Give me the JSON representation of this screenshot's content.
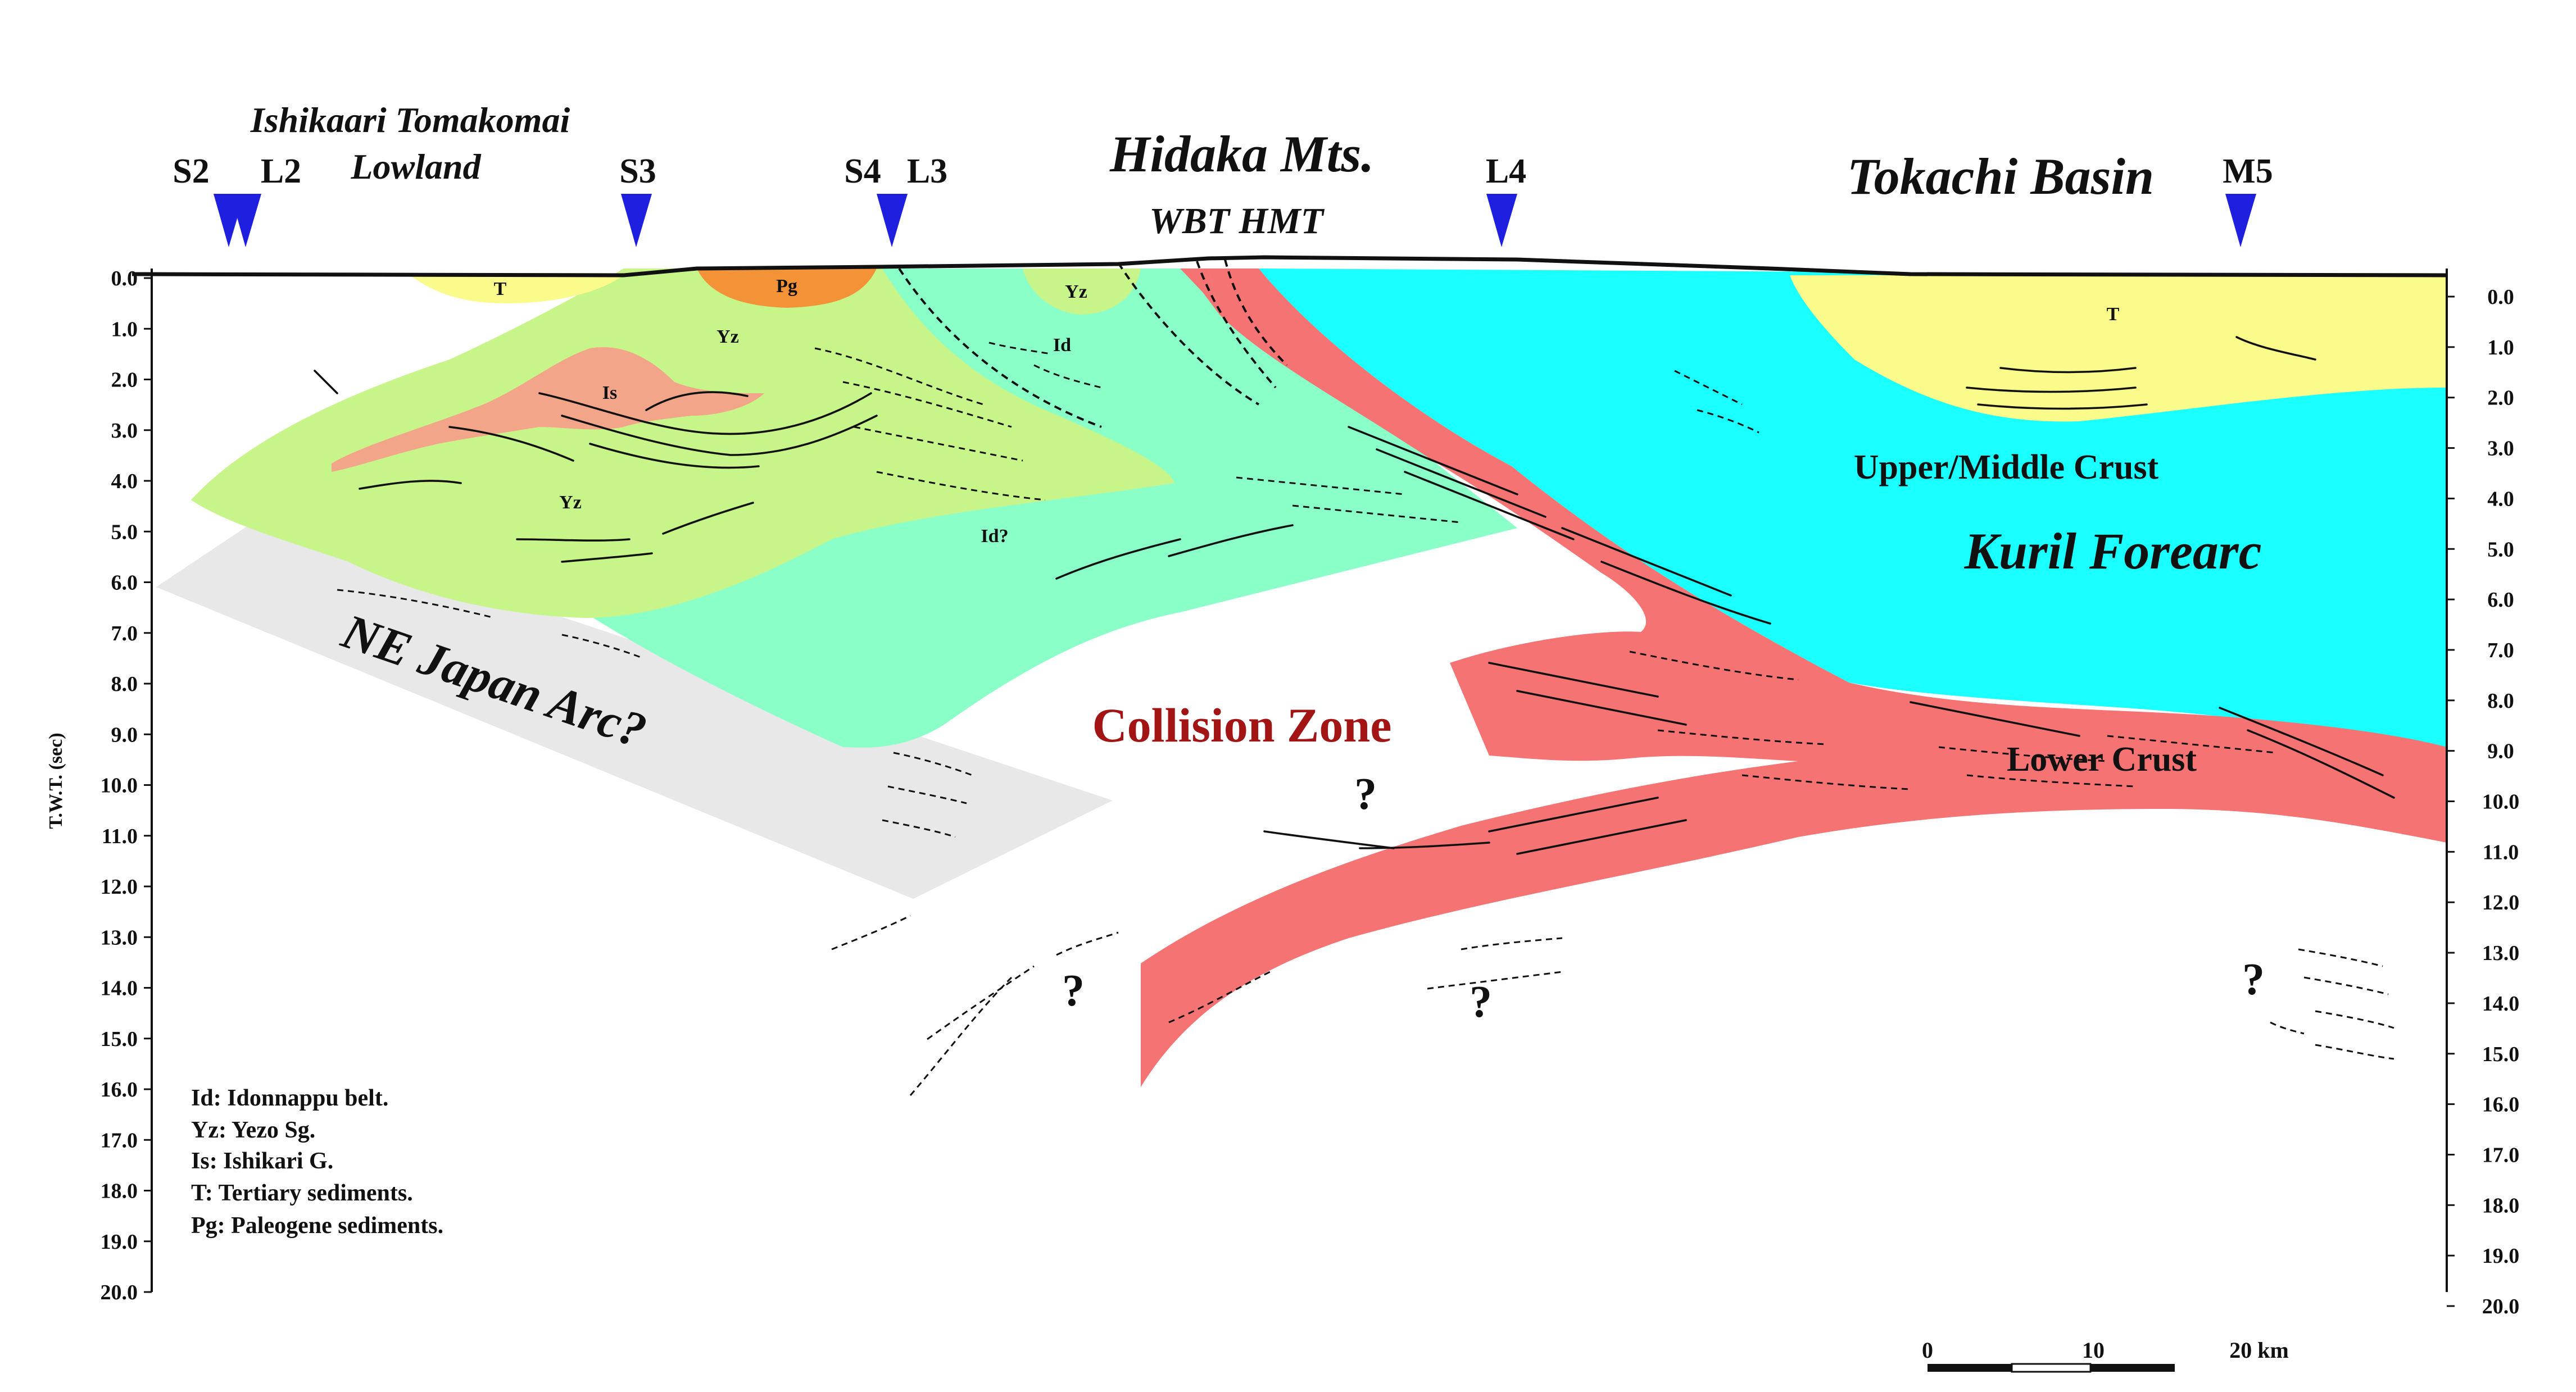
{
  "axis": {
    "title": "T.W.T. (sec)",
    "left_ticks": [
      "0.0",
      "1.0",
      "2.0",
      "3.0",
      "4.0",
      "5.0",
      "6.0",
      "7.0",
      "8.0",
      "9.0",
      "10.0",
      "11.0",
      "12.0",
      "13.0",
      "14.0",
      "15.0",
      "16.0",
      "17.0",
      "18.0",
      "19.0",
      "20.0"
    ],
    "right_ticks": [
      "0.0",
      "1.0",
      "2.0",
      "3.0",
      "4.0",
      "5.0",
      "6.0",
      "7.0",
      "8.0",
      "9.0",
      "10.0",
      "11.0",
      "12.0",
      "13.0",
      "14.0",
      "15.0",
      "16.0",
      "17.0",
      "18.0",
      "19.0",
      "20.0"
    ]
  },
  "stations": [
    "S2",
    "L2",
    "S3",
    "S4",
    "L3",
    "L4",
    "M5"
  ],
  "station_color": "#1f1fe0",
  "places": {
    "ishikari_1": "Ishikaari Tomakomai",
    "ishikari_2": "Lowland",
    "hidaka": "Hidaka Mts.",
    "hidaka_faults": "WBT HMT",
    "tokachi": "Tokachi Basin"
  },
  "units": {
    "t_left": "T",
    "pg": "Pg",
    "yz_top": "Yz",
    "yz_upper": "Yz",
    "is": "Is",
    "yz_lower": "Yz",
    "id": "Id",
    "id_q": "Id?",
    "t_right": "T",
    "upper_middle_crust": "Upper/Middle Crust",
    "kuril_forearc": "Kuril Forearc",
    "lower_crust": "Lower Crust",
    "collision_zone": "Collision Zone",
    "ne_japan_arc": "NE Japan Arc?",
    "question": "?"
  },
  "colors": {
    "yezo": "#c8f58a",
    "idonnappu": "#8affc8",
    "tertiary": "#fbfb8c",
    "paleogene": "#f39237",
    "ishikari": "#f3a58a",
    "crust": "#1affff",
    "lower_crust": "#f57373",
    "ne_arc": "#e8e8e8",
    "collision_text": "#a31515"
  },
  "legend": [
    "Id: Idonnappu belt.",
    "Yz: Yezo Sg.",
    "Is: Ishikari G.",
    "T: Tertiary sediments.",
    "Pg: Paleogene sediments."
  ],
  "scale_bar": {
    "labels": [
      "0",
      "10",
      "20 km"
    ]
  }
}
